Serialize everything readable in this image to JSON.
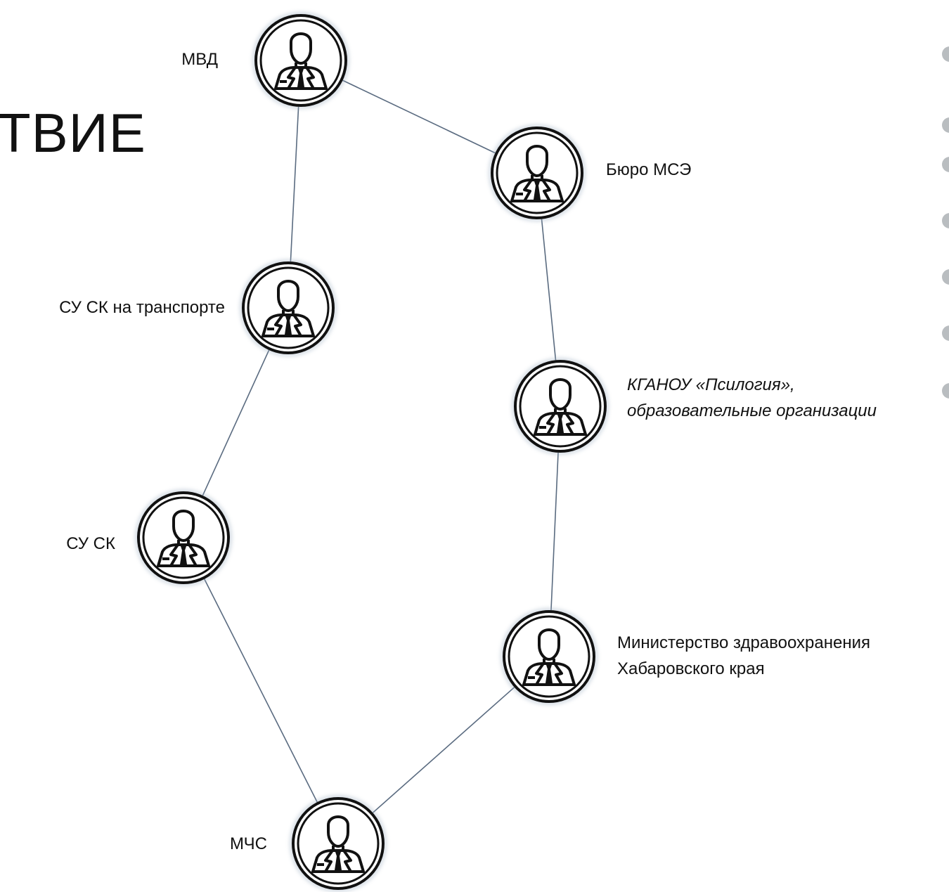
{
  "title_fragment": "ТВИЕ",
  "nodes": [
    {
      "id": "mvd",
      "label": "МВД"
    },
    {
      "id": "buro",
      "label": "Бюро МСЭ"
    },
    {
      "id": "su_sk_transport",
      "label": "СУ СК на транспорте"
    },
    {
      "id": "kganou",
      "label_line1": "КГАНОУ «Псилогия»,",
      "label_line2": "образовательные организации"
    },
    {
      "id": "su_sk",
      "label": "СУ СК"
    },
    {
      "id": "minzdrav",
      "label_line1": "Министерство здравоохранения",
      "label_line2": "Хабаровского края"
    },
    {
      "id": "mchs",
      "label": "МЧС"
    }
  ],
  "edges": [
    [
      "mvd",
      "buro"
    ],
    [
      "mvd",
      "su_sk_transport"
    ],
    [
      "su_sk_transport",
      "su_sk"
    ],
    [
      "su_sk",
      "mchs"
    ],
    [
      "buro",
      "kganou"
    ],
    [
      "kganou",
      "minzdrav"
    ],
    [
      "minzdrav",
      "mchs"
    ]
  ],
  "icon": "person-icon",
  "colors": {
    "edge": "#5a6b80",
    "node_stroke": "#111111",
    "bullet": "#b9bdc0"
  }
}
